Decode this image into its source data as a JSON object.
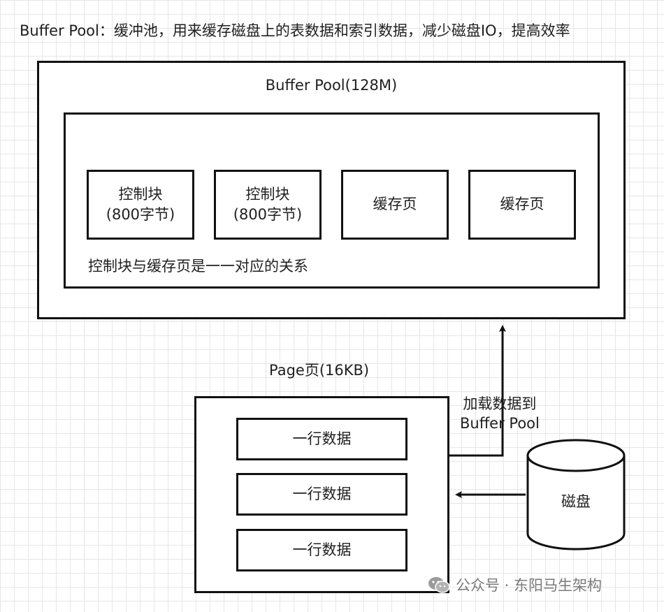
{
  "heading": "Buffer Pool：缓冲池，用来缓存磁盘上的表数据和索引数据，减少磁盘IO，提高效率",
  "buffer_pool": {
    "title": "Buffer Pool(128M)",
    "blocks": [
      {
        "line1": "控制块",
        "line2": "(800字节)"
      },
      {
        "line1": "控制块",
        "line2": "(800字节)"
      }
    ],
    "pages": [
      "缓存页",
      "缓存页"
    ],
    "note": "控制块与缓存页是一一对应的关系"
  },
  "page": {
    "title": "Page页(16KB)",
    "rows": [
      "一行数据",
      "一行数据",
      "一行数据"
    ]
  },
  "load_label": {
    "line1": "加载数据到",
    "line2": "Buffer Pool"
  },
  "disk": {
    "label": "磁盘"
  },
  "watermark": {
    "text": "公众号 · 东阳马生架构",
    "icon": "wechat-icon"
  },
  "colors": {
    "stroke": "#111111",
    "grid": "#e6e6e6",
    "watermark": "#7a7a7a"
  }
}
